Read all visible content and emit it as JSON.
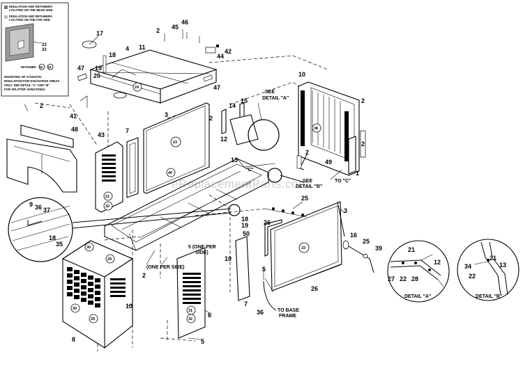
{
  "watermark": "eReplacementParts.com",
  "legend": {
    "lines": [
      "INSULATION AND RETAINERS",
      "LOCATED ON THE NEAR SIDE.",
      "INSULATION AND RETAINERS",
      "LOCATED ON THE FAR SIDE.",
      "MOUNTING OF ACOUSTIC",
      "INSULATION FOR DISCHARGE AREAS",
      "ONLY. SEE DETAIL \"A\" AND \"B\"",
      "FOR SPLITTER VARIATIONS."
    ],
    "retainer_label": "RETAINER",
    "retainer_numbers": [
      "32",
      "33"
    ],
    "callouts": [
      "22",
      "33"
    ]
  },
  "part_numbers": {
    "p17": "17",
    "p18a": "18",
    "p19a": "19",
    "p20": "20",
    "p47a": "47",
    "p4": "4",
    "p11": "11",
    "p2a": "2",
    "p45": "45",
    "p46": "46",
    "p42": "42",
    "p44": "44",
    "p47b": "47",
    "p2b": "2",
    "p41": "41",
    "p48": "48",
    "p43": "43",
    "p7a": "7",
    "p3a": "3",
    "p2c": "2",
    "p14": "14",
    "p15": "15",
    "p12": "12",
    "p13": "13",
    "p10a": "10",
    "p2d": "2",
    "p2e": "2",
    "p2f": "2",
    "p49": "49",
    "p1": "1",
    "p9": "9",
    "p36a": "36",
    "p37": "37",
    "p18b": "18",
    "p35": "35",
    "p25": "25",
    "p3b": "3",
    "p18c": "18",
    "p19b": "19",
    "p26a": "26",
    "p50": "50",
    "p16": "16",
    "p25b": "25",
    "p39": "39",
    "p10b": "10",
    "p7b": "7",
    "p5a": "5",
    "p5b": "5",
    "p36b": "36",
    "p26b": "26",
    "p10c": "10",
    "p6": "6",
    "p2g": "2",
    "p8": "8",
    "p5c": "5",
    "p21a": "21",
    "p12b": "12",
    "p27": "27",
    "p22a": "22",
    "p28": "28",
    "p21b": "21",
    "p13b": "13",
    "p34": "34",
    "p22b": "22"
  },
  "labels": {
    "see_detail_a": [
      "SEE",
      "DETAIL \"A\""
    ],
    "see_detail_b": [
      "SEE",
      "DETAIL \"B\""
    ],
    "c_mark": "\"C\"",
    "to_c": "TO \"C\"",
    "one_per_side_a": [
      "5 (ONE PER",
      "SIDE)"
    ],
    "one_per_side_b": "(ONE PER SIDE)",
    "to_base_frame": [
      "TO BASE",
      "FRAME"
    ],
    "detail_a": "DETAIL \"A\"",
    "detail_b": "DETAIL \"B\""
  },
  "circle_callouts": {
    "c24": "24",
    "c23": "23",
    "c40": "40",
    "c38": "38",
    "c21": "21",
    "c32": "32",
    "c30a": "30",
    "c29a": "29",
    "c30b": "30",
    "c29b": "29",
    "c33": "33",
    "c31": "31",
    "c32b": "32"
  }
}
